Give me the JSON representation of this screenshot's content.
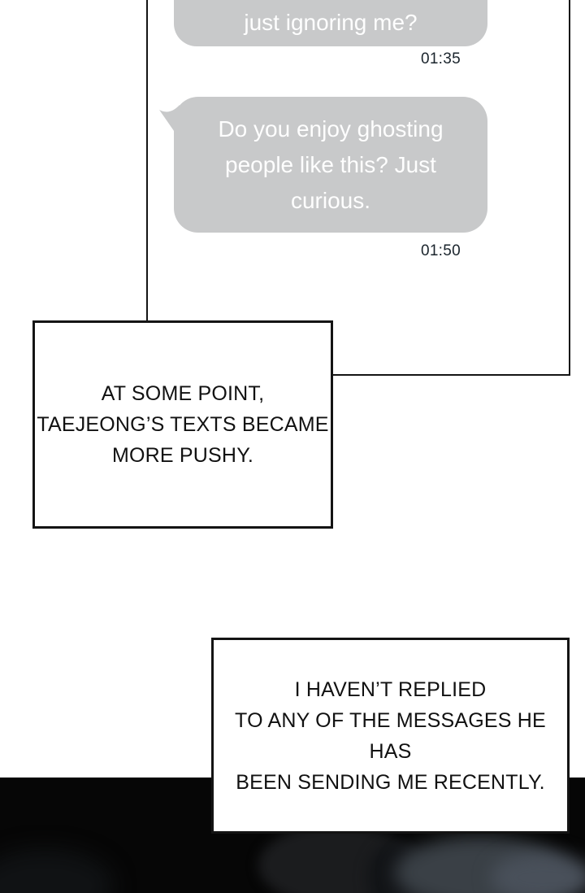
{
  "chat": {
    "message_partial": {
      "text": "just ignoring me?",
      "time": "01:35"
    },
    "message_full": {
      "lines": [
        "Do you enjoy ghosting",
        "people like this? Just",
        "curious."
      ],
      "time": "01:50"
    }
  },
  "captions": {
    "first": {
      "lines": [
        "AT SOME POINT,",
        "TAEJEONG’S TEXTS BECAME",
        "MORE PUSHY."
      ]
    },
    "second": {
      "lines": [
        "I HAVEN’T REPLIED",
        "TO ANY OF THE MESSAGES HE HAS",
        "BEEN SENDING ME RECENTLY."
      ]
    }
  },
  "colors": {
    "bubble": "#c8c9ca",
    "bubble_text": "#fefefe",
    "timestamp": "#1a242c",
    "panel_border": "#141414",
    "caption_border": "#141414",
    "caption_text": "#111111",
    "page_background": "#ffffff",
    "bottom_background": "#060606"
  }
}
